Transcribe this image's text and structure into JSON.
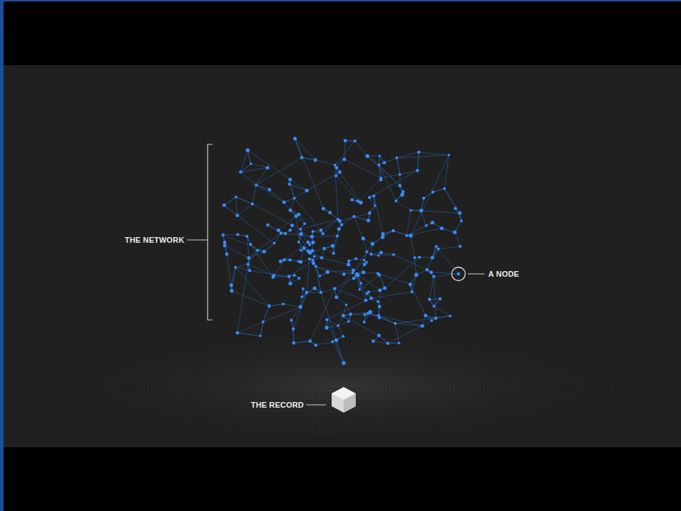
{
  "diagram": {
    "labels": [
      "THE NETWORK",
      "A NODE",
      "THE RECORD"
    ]
  }
}
